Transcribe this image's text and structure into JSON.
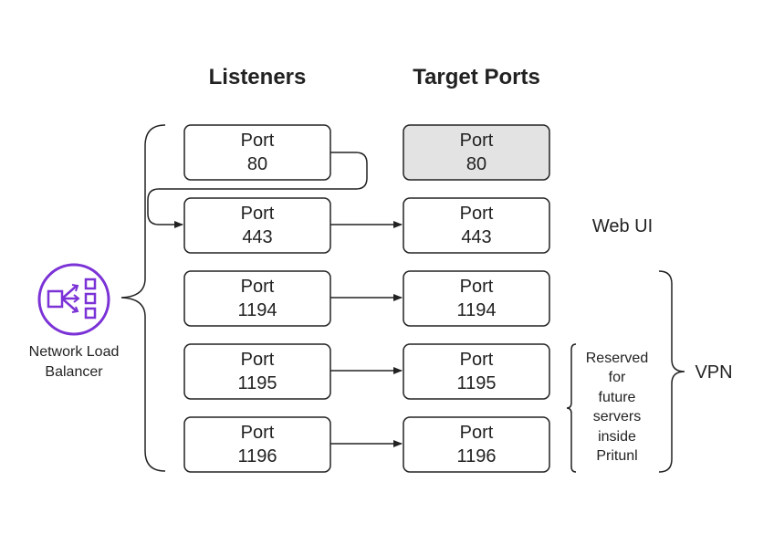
{
  "headings": {
    "listeners": "Listeners",
    "targets": "Target Ports"
  },
  "load_balancer": {
    "icon": "network-load-balancer-icon",
    "icon_color": "#7b32d6",
    "label_line1": "Network Load",
    "label_line2": "Balancer"
  },
  "listeners": [
    {
      "word": "Port",
      "port": "80"
    },
    {
      "word": "Port",
      "port": "443"
    },
    {
      "word": "Port",
      "port": "1194"
    },
    {
      "word": "Port",
      "port": "1195"
    },
    {
      "word": "Port",
      "port": "1196"
    }
  ],
  "targets": [
    {
      "word": "Port",
      "port": "80",
      "highlighted": true
    },
    {
      "word": "Port",
      "port": "443"
    },
    {
      "word": "Port",
      "port": "1194"
    },
    {
      "word": "Port",
      "port": "1195"
    },
    {
      "word": "Port",
      "port": "1196"
    }
  ],
  "annotations": {
    "web_ui": "Web UI",
    "vpn": "VPN",
    "reserved": [
      "Reserved",
      "for",
      "future",
      "servers",
      "inside",
      "Pritunl"
    ]
  },
  "colors": {
    "highlight_fill": "#e3e3e3",
    "line": "#222222"
  }
}
